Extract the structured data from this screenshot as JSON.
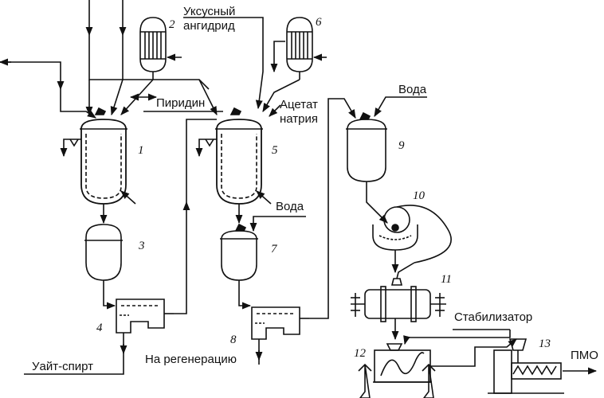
{
  "labels": {
    "acetic_anhydride_line1": "Уксусный",
    "acetic_anhydride_line2": "ангидрид",
    "pyridine": "Пиридин",
    "sodium_acetate_line1": "Ацетат",
    "sodium_acetate_line2": "натрия",
    "water_top": "Вода",
    "water_mid": "Вода",
    "white_spirit": "Уайт-спирт",
    "to_regeneration": "На регенерацию",
    "stabilizer": "Стабилизатор",
    "pmo": "ПМО"
  },
  "numbers": [
    "1",
    "2",
    "3",
    "4",
    "5",
    "6",
    "7",
    "8",
    "9",
    "10",
    "11",
    "12",
    "13"
  ],
  "colors": {
    "ink": "#111111",
    "paper": "#ffffff"
  }
}
